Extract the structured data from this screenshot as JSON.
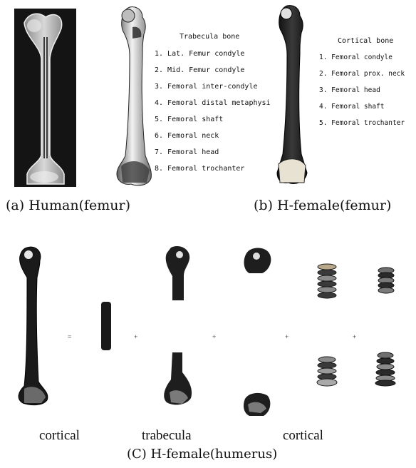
{
  "panel_a": {
    "caption": "(a)  Human(femur)"
  },
  "panel_b": {
    "caption": "(b)  H-female(femur)",
    "trabecula_title": "Trabecula bone",
    "trabecula_items": [
      "1.  Lat. Femur condyle",
      "2.  Mid. Femur condyle",
      "3.  Femoral inter-condyle",
      "4.  Femoral distal metaphysi",
      "5.  Femoral shaft",
      "6.  Femoral neck",
      "7.  Femoral head",
      "8.  Femoral trochanter"
    ],
    "cortical_title": "Cortical bone",
    "cortical_items": [
      "1.  Femoral condyle",
      "2.  Femoral prox. neck",
      "3.  Femoral head",
      "4.  Femoral shaft",
      "5.  Femoral trochanter"
    ]
  },
  "panel_c": {
    "caption": "(C)  H-female(humerus)",
    "operators": [
      "=",
      "+",
      "+",
      "+",
      "+"
    ],
    "labels": [
      "cortical",
      "trabecula",
      "cortical"
    ]
  }
}
